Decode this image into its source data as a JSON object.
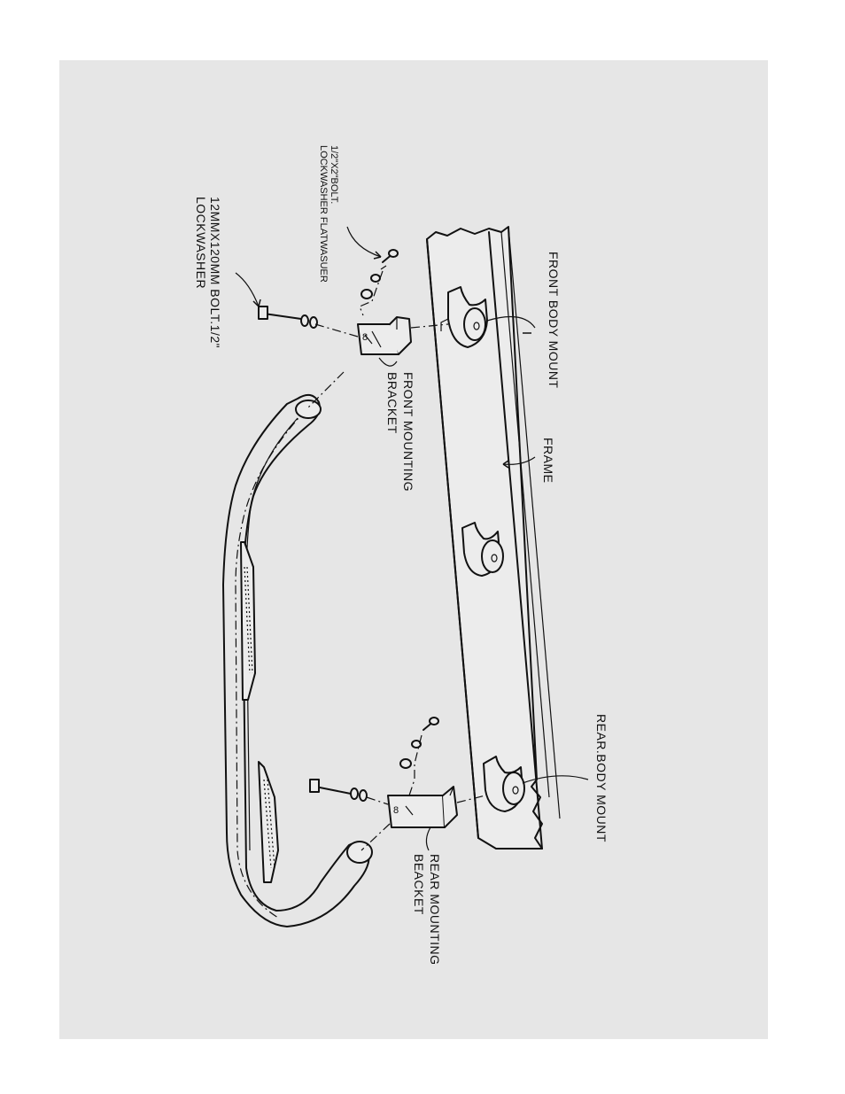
{
  "labels": {
    "front_body_mount": "FRONT BODY MOUNT",
    "frame": "FRAME",
    "rear_body_mount": "REAR.BODY MOUNT",
    "front_bracket_line1": "FRONT MOUNTING",
    "front_bracket_line2": "BRACKET",
    "rear_bracket_line1": "REAR MOUNTING",
    "rear_bracket_line2": "BEACKET",
    "small_bolt_line1": "1/2\"X2\"BOLT.",
    "small_bolt_line2": "LOCKWASHER FLATWASUER",
    "big_bolt_line1": "12MMX120MM BOLT.1/2\"",
    "big_bolt_line2": "LOCKWASHER"
  },
  "colors": {
    "ink": "#111111",
    "page": "#e6e6e6",
    "margin": "#ffffff"
  },
  "orientation": "rotated-90-clockwise"
}
